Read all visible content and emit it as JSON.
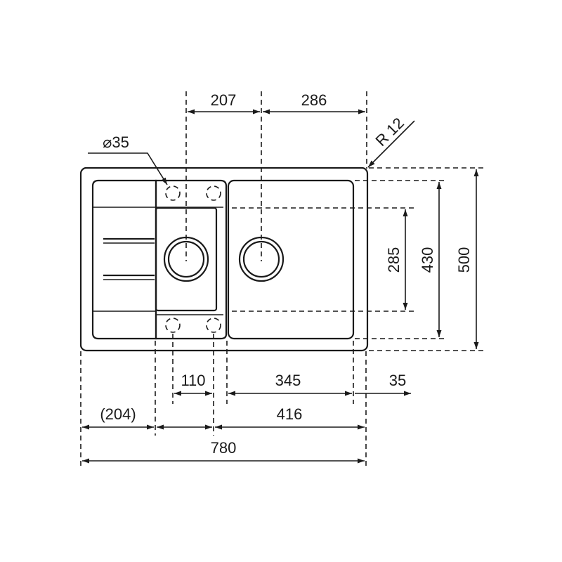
{
  "labels": {
    "top_left": "207",
    "top_right": "286",
    "radius": "R 12",
    "hole_diameter": "⌀35",
    "right_inner": "285",
    "right_middle": "430",
    "right_outer": "500",
    "bottom_hole_spacing": "110",
    "bottom_bowl": "345",
    "bottom_edge": "35",
    "bottom_drainer": "(204)",
    "bottom_right_span": "416",
    "overall_width": "780"
  },
  "colors": {
    "line": "#1a1a1a",
    "background": "#ffffff"
  }
}
